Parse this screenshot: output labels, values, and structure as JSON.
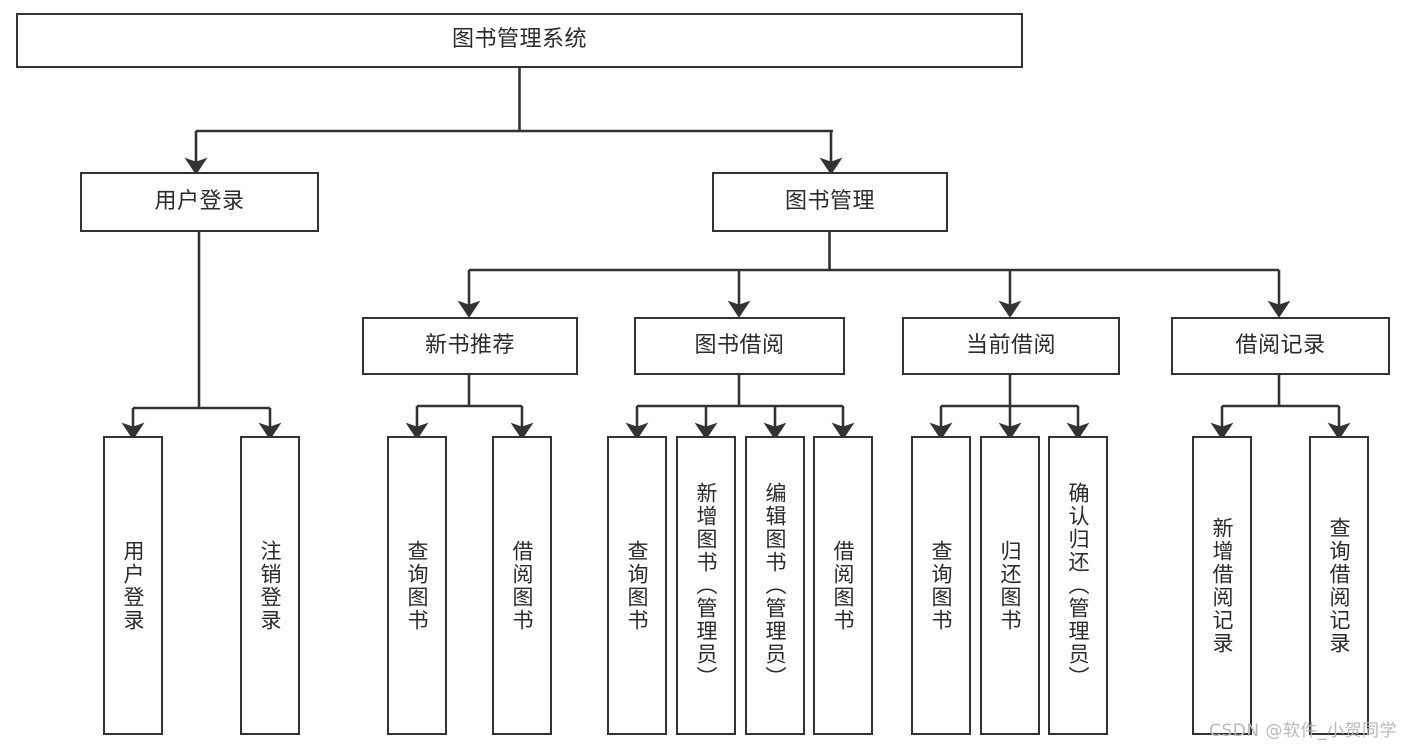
{
  "diagram": {
    "title": "图书管理系统",
    "type": "tree-hierarchy-chart",
    "watermark": "CSDN @软件_小贺同学",
    "colors": {
      "border": "#333333",
      "text": "#2b2b2b",
      "background": "#ffffff",
      "watermark": "#b9b9b9"
    },
    "nodes": {
      "root": {
        "label": "图书管理系统"
      },
      "level1": [
        {
          "label": "用户登录"
        },
        {
          "label": "图书管理"
        }
      ],
      "level2": [
        {
          "label": "新书推荐"
        },
        {
          "label": "图书借阅"
        },
        {
          "label": "当前借阅"
        },
        {
          "label": "借阅记录"
        }
      ],
      "leaves_user_login": [
        {
          "label": "用户登录"
        },
        {
          "label": "注销登录"
        }
      ],
      "leaves_new_book": [
        {
          "label": "查询图书"
        },
        {
          "label": "借阅图书"
        }
      ],
      "leaves_borrow": [
        {
          "label": "查询图书"
        },
        {
          "label": "新增图书（管理员）"
        },
        {
          "label": "编辑图书（管理员）"
        },
        {
          "label": "借阅图书"
        }
      ],
      "leaves_current": [
        {
          "label": "查询图书"
        },
        {
          "label": "归还图书"
        },
        {
          "label": "确认归还（管理员）"
        }
      ],
      "leaves_records": [
        {
          "label": "新增借阅记录"
        },
        {
          "label": "查询借阅记录"
        }
      ]
    }
  }
}
